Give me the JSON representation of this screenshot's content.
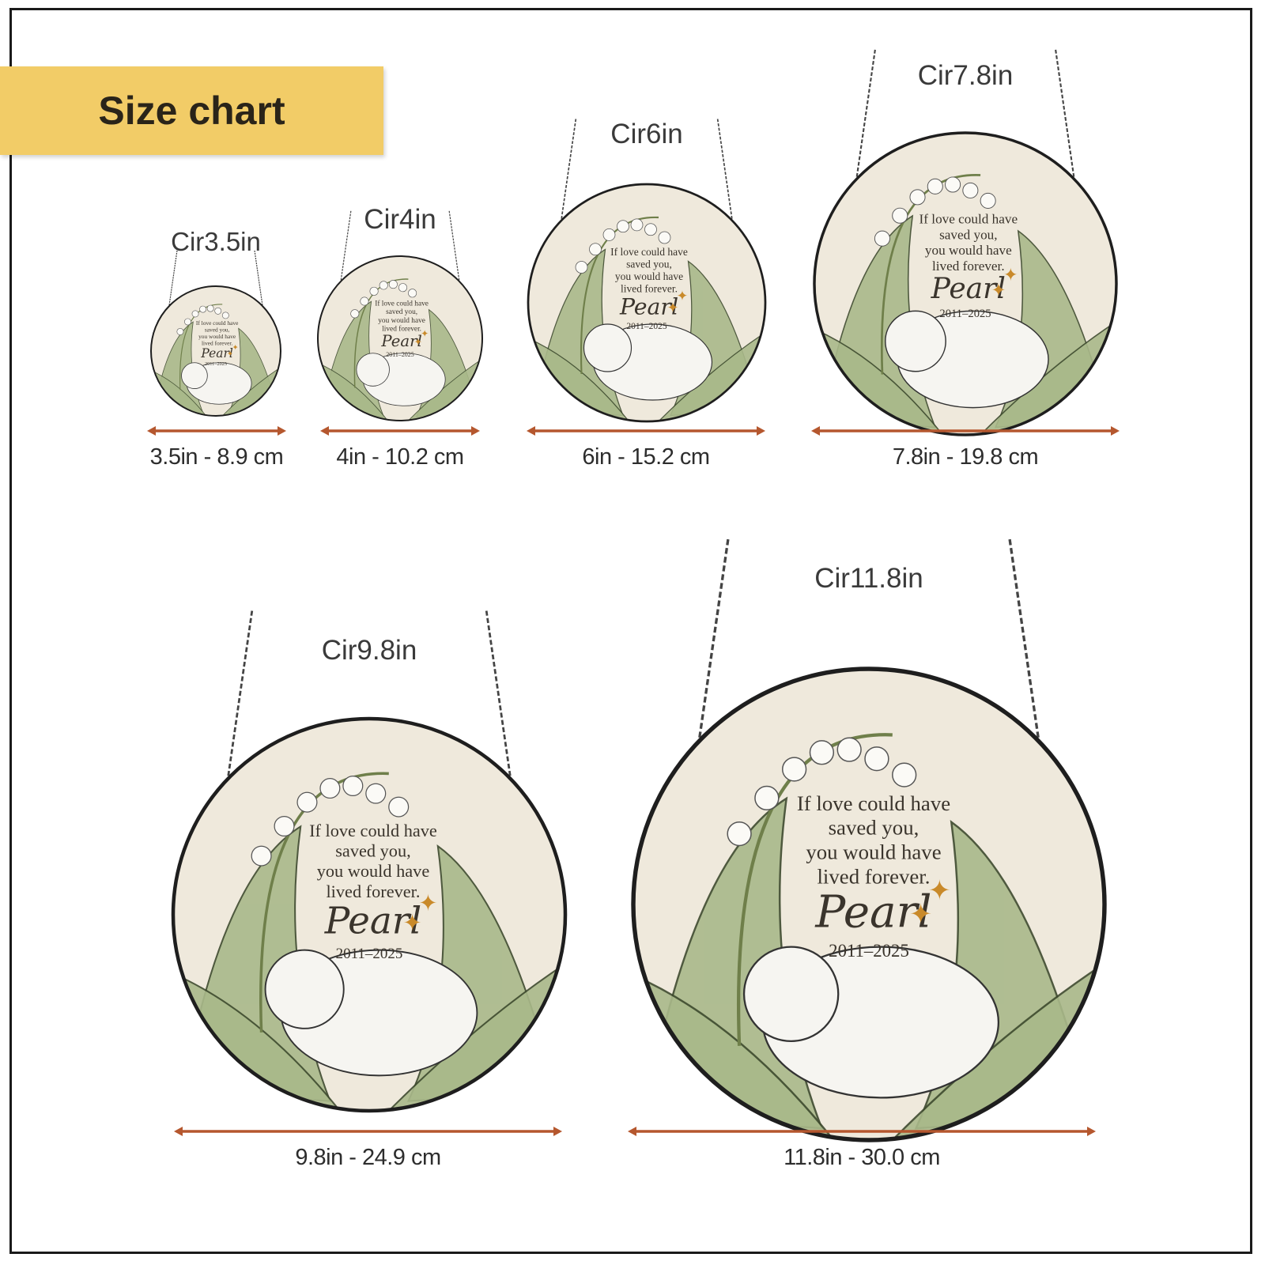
{
  "banner": {
    "title": "Size chart"
  },
  "product": {
    "verse": [
      "If love could have",
      "saved you,",
      "you would have",
      "lived forever."
    ],
    "name": "Pearl",
    "years": "2011–2025"
  },
  "sizes": [
    {
      "label": "Cir3.5in",
      "dimension": "3.5in - 8.9 cm"
    },
    {
      "label": "Cir4in",
      "dimension": "4in - 10.2 cm"
    },
    {
      "label": "Cir6in",
      "dimension": "6in - 15.2 cm"
    },
    {
      "label": "Cir7.8in",
      "dimension": "7.8in - 19.8 cm"
    },
    {
      "label": "Cir9.8in",
      "dimension": "9.8in - 24.9 cm"
    },
    {
      "label": "Cir11.8in",
      "dimension": "11.8in - 30.0 cm"
    }
  ],
  "colors": {
    "banner": "#f2cc67",
    "arrow": "#b5572e",
    "rim": "#1e1e1e",
    "glass": "#efe9dc",
    "leaf": "#a9b98a"
  }
}
